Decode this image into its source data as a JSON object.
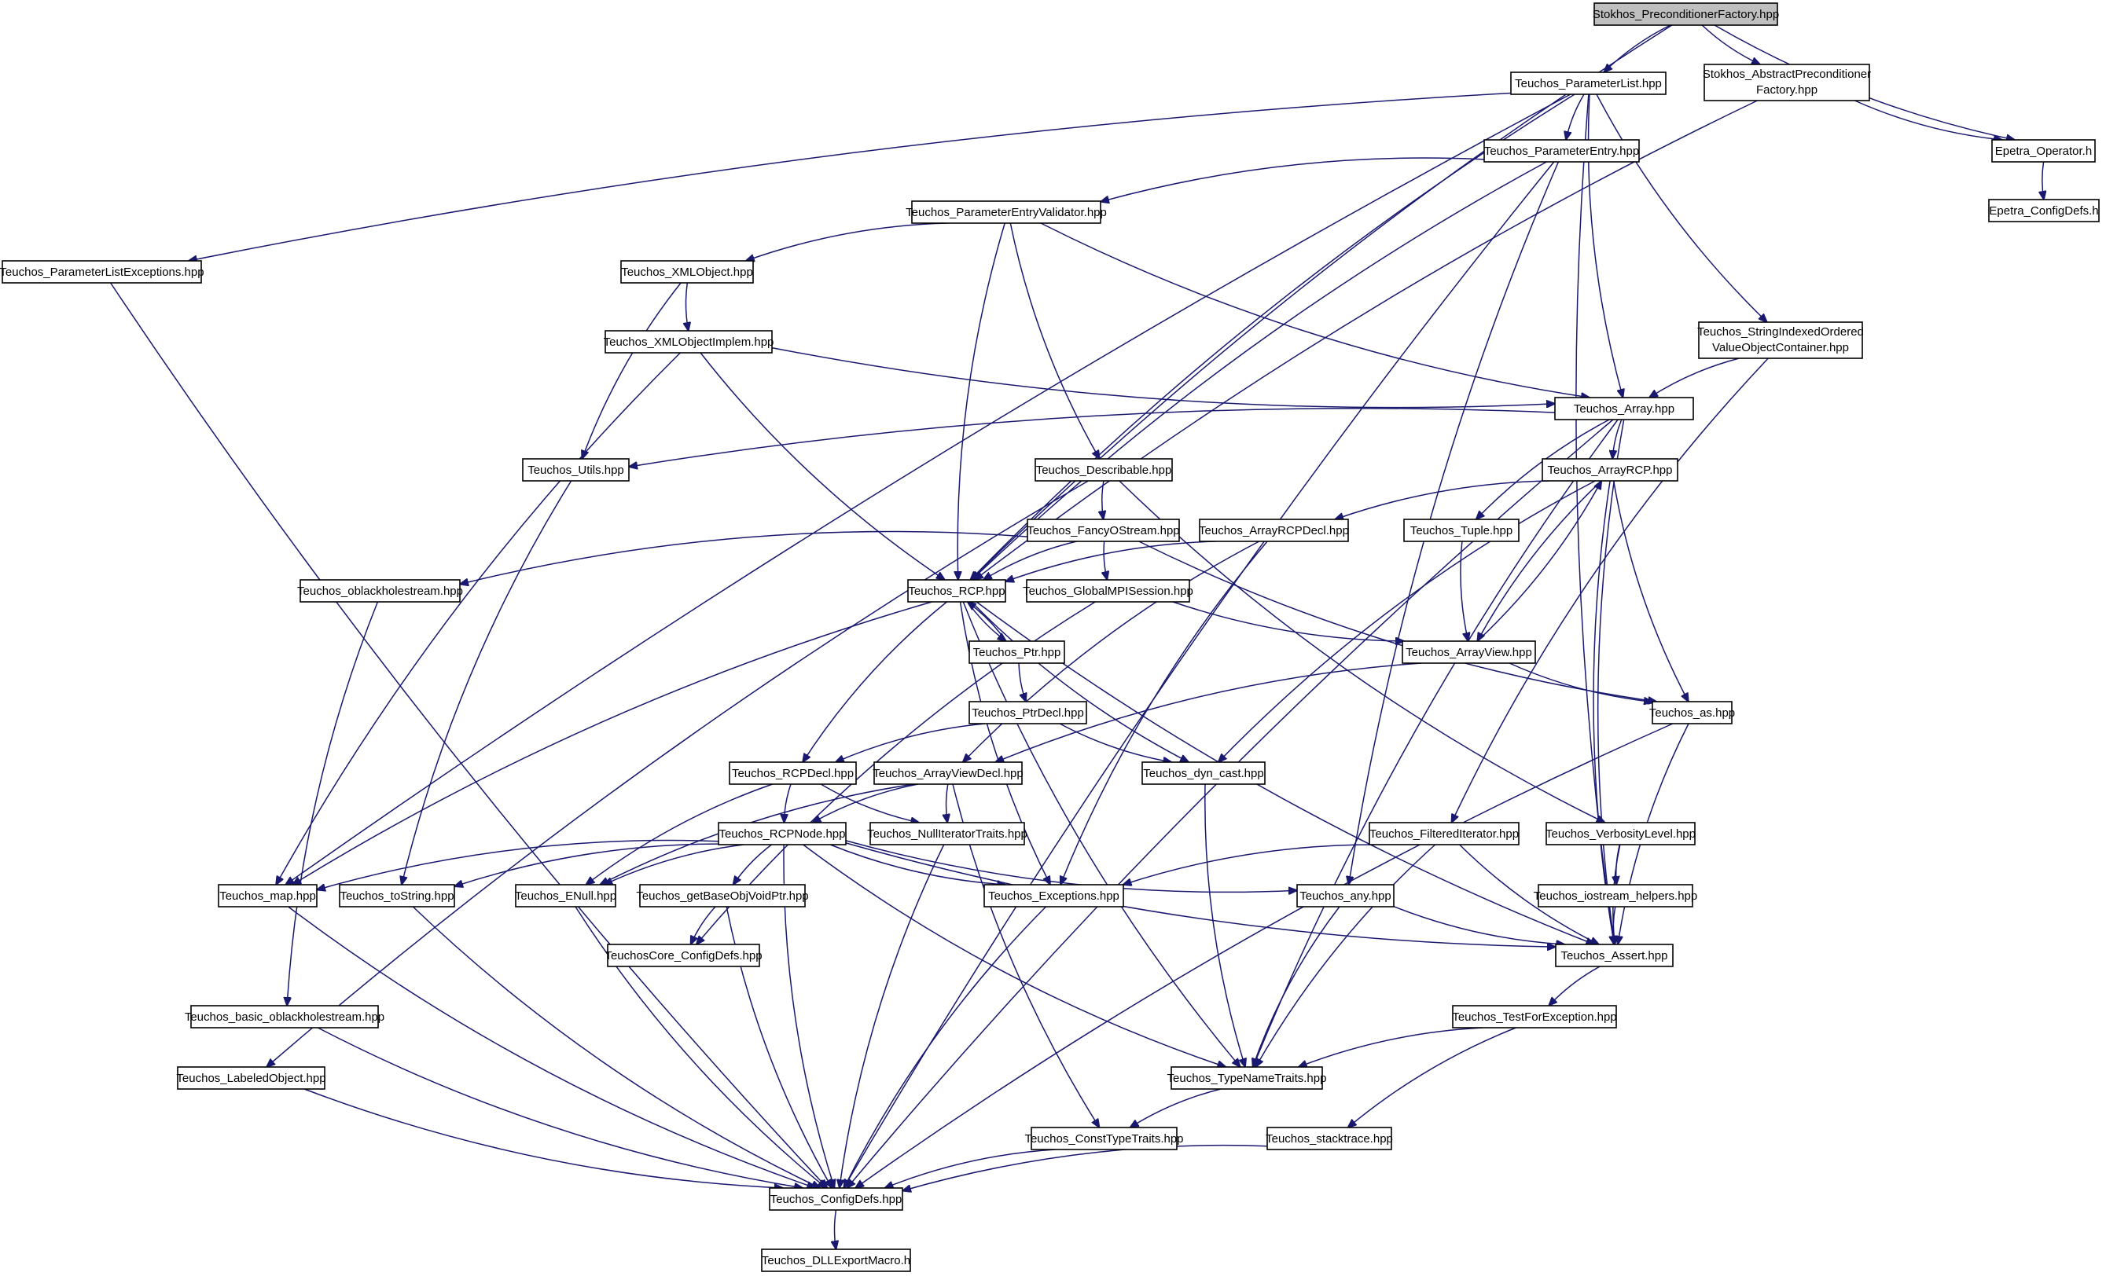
{
  "colors": {
    "edge": "#191970",
    "root_fill": "#bfbfbf",
    "node_fill": "#ffffff",
    "node_border": "#000000"
  },
  "nodes": [
    {
      "id": "root",
      "label": "Stokhos_PreconditionerFactory.hpp",
      "root": true
    },
    {
      "id": "plist",
      "label": "Teuchos_ParameterList.hpp"
    },
    {
      "id": "abspre",
      "label": "Stokhos_AbstractPreconditioner Factory.hpp"
    },
    {
      "id": "epop",
      "label": "Epetra_Operator.h"
    },
    {
      "id": "epcfg",
      "label": "Epetra_ConfigDefs.h"
    },
    {
      "id": "pentry",
      "label": "Teuchos_ParameterEntry.hpp"
    },
    {
      "id": "pev",
      "label": "Teuchos_ParameterEntryValidator.hpp"
    },
    {
      "id": "plexc",
      "label": "Teuchos_ParameterListExceptions.hpp"
    },
    {
      "id": "xmlobj",
      "label": "Teuchos_XMLObject.hpp"
    },
    {
      "id": "xmlimpl",
      "label": "Teuchos_XMLObjectImplem.hpp"
    },
    {
      "id": "sioc",
      "label": "Teuchos_StringIndexedOrdered ValueObjectContainer.hpp"
    },
    {
      "id": "array",
      "label": "Teuchos_Array.hpp"
    },
    {
      "id": "utils",
      "label": "Teuchos_Utils.hpp"
    },
    {
      "id": "descr",
      "label": "Teuchos_Describable.hpp"
    },
    {
      "id": "arcp",
      "label": "Teuchos_ArrayRCP.hpp"
    },
    {
      "id": "fancy",
      "label": "Teuchos_FancyOStream.hpp"
    },
    {
      "id": "arcpdecl",
      "label": "Teuchos_ArrayRCPDecl.hpp"
    },
    {
      "id": "tuple",
      "label": "Teuchos_Tuple.hpp"
    },
    {
      "id": "oblack",
      "label": "Teuchos_oblackholestream.hpp"
    },
    {
      "id": "rcp",
      "label": "Teuchos_RCP.hpp"
    },
    {
      "id": "gmpi",
      "label": "Teuchos_GlobalMPISession.hpp"
    },
    {
      "id": "ptr",
      "label": "Teuchos_Ptr.hpp"
    },
    {
      "id": "aview",
      "label": "Teuchos_ArrayView.hpp"
    },
    {
      "id": "as",
      "label": "Teuchos_as.hpp"
    },
    {
      "id": "ptrdecl",
      "label": "Teuchos_PtrDecl.hpp"
    },
    {
      "id": "rcpdecl",
      "label": "Teuchos_RCPDecl.hpp"
    },
    {
      "id": "avdecl",
      "label": "Teuchos_ArrayViewDecl.hpp"
    },
    {
      "id": "dyncast",
      "label": "Teuchos_dyn_cast.hpp"
    },
    {
      "id": "rcpnode",
      "label": "Teuchos_RCPNode.hpp"
    },
    {
      "id": "nullit",
      "label": "Teuchos_NullIteratorTraits.hpp"
    },
    {
      "id": "filtit",
      "label": "Teuchos_FilteredIterator.hpp"
    },
    {
      "id": "verb",
      "label": "Teuchos_VerbosityLevel.hpp"
    },
    {
      "id": "map",
      "label": "Teuchos_map.hpp"
    },
    {
      "id": "tostr",
      "label": "Teuchos_toString.hpp"
    },
    {
      "id": "enull",
      "label": "Teuchos_ENull.hpp"
    },
    {
      "id": "getbase",
      "label": "Teuchos_getBaseObjVoidPtr.hpp"
    },
    {
      "id": "exc",
      "label": "Teuchos_Exceptions.hpp"
    },
    {
      "id": "any",
      "label": "Teuchos_any.hpp"
    },
    {
      "id": "iosh",
      "label": "Teuchos_iostream_helpers.hpp"
    },
    {
      "id": "corecfg",
      "label": "TeuchosCore_ConfigDefs.hpp"
    },
    {
      "id": "assert",
      "label": "Teuchos_Assert.hpp"
    },
    {
      "id": "bob",
      "label": "Teuchos_basic_oblackholestream.hpp"
    },
    {
      "id": "tfe",
      "label": "Teuchos_TestForException.hpp"
    },
    {
      "id": "labeled",
      "label": "Teuchos_LabeledObject.hpp"
    },
    {
      "id": "tnt",
      "label": "Teuchos_TypeNameTraits.hpp"
    },
    {
      "id": "ctt",
      "label": "Teuchos_ConstTypeTraits.hpp"
    },
    {
      "id": "stack",
      "label": "Teuchos_stacktrace.hpp"
    },
    {
      "id": "cfg",
      "label": "Teuchos_ConfigDefs.hpp"
    },
    {
      "id": "dll",
      "label": "Teuchos_DLLExportMacro.h"
    }
  ],
  "edges": [
    [
      "root",
      "plist"
    ],
    [
      "root",
      "abspre"
    ],
    [
      "root",
      "epop"
    ],
    [
      "root",
      "rcp"
    ],
    [
      "abspre",
      "epop"
    ],
    [
      "abspre",
      "rcp"
    ],
    [
      "epop",
      "epcfg"
    ],
    [
      "plist",
      "pentry"
    ],
    [
      "plist",
      "plexc"
    ],
    [
      "plist",
      "array"
    ],
    [
      "plist",
      "sioc"
    ],
    [
      "plist",
      "map"
    ],
    [
      "plist",
      "rcp"
    ],
    [
      "plist",
      "assert"
    ],
    [
      "pentry",
      "pev"
    ],
    [
      "pentry",
      "rcp"
    ],
    [
      "pentry",
      "any"
    ],
    [
      "pentry",
      "cfg"
    ],
    [
      "pev",
      "xmlobj"
    ],
    [
      "pev",
      "array"
    ],
    [
      "pev",
      "rcp"
    ],
    [
      "pev",
      "descr"
    ],
    [
      "plexc",
      "cfg"
    ],
    [
      "xmlobj",
      "xmlimpl"
    ],
    [
      "xmlobj",
      "utils"
    ],
    [
      "xmlimpl",
      "array"
    ],
    [
      "xmlimpl",
      "rcp"
    ],
    [
      "xmlimpl",
      "map"
    ],
    [
      "sioc",
      "array"
    ],
    [
      "sioc",
      "filtit"
    ],
    [
      "array",
      "utils"
    ],
    [
      "array",
      "arcp"
    ],
    [
      "array",
      "tuple"
    ],
    [
      "array",
      "tnt"
    ],
    [
      "array",
      "assert"
    ],
    [
      "array",
      "cfg"
    ],
    [
      "utils",
      "tostr"
    ],
    [
      "descr",
      "fancy"
    ],
    [
      "descr",
      "verb"
    ],
    [
      "descr",
      "labeled"
    ],
    [
      "arcp",
      "arcpdecl"
    ],
    [
      "arcp",
      "aview"
    ],
    [
      "arcp",
      "as"
    ],
    [
      "arcp",
      "dyncast"
    ],
    [
      "arcp",
      "assert"
    ],
    [
      "fancy",
      "rcp"
    ],
    [
      "fancy",
      "gmpi"
    ],
    [
      "fancy",
      "oblack"
    ],
    [
      "fancy",
      "as"
    ],
    [
      "arcpdecl",
      "rcp"
    ],
    [
      "arcpdecl",
      "avdecl"
    ],
    [
      "arcpdecl",
      "exc"
    ],
    [
      "tuple",
      "aview"
    ],
    [
      "oblack",
      "bob"
    ],
    [
      "rcp",
      "ptr"
    ],
    [
      "rcp",
      "rcpdecl"
    ],
    [
      "rcp",
      "dyncast"
    ],
    [
      "rcp",
      "exc"
    ],
    [
      "rcp",
      "map"
    ],
    [
      "rcp",
      "tnt"
    ],
    [
      "rcp",
      "assert"
    ],
    [
      "ptr",
      "rcp"
    ],
    [
      "ptr",
      "ptrdecl"
    ],
    [
      "gmpi",
      "aview"
    ],
    [
      "gmpi",
      "corecfg"
    ],
    [
      "aview",
      "arcp"
    ],
    [
      "aview",
      "avdecl"
    ],
    [
      "aview",
      "as"
    ],
    [
      "as",
      "assert"
    ],
    [
      "as",
      "cfg"
    ],
    [
      "ptrdecl",
      "rcpdecl"
    ],
    [
      "ptrdecl",
      "dyncast"
    ],
    [
      "rcpdecl",
      "rcpnode"
    ],
    [
      "rcpdecl",
      "nullit"
    ],
    [
      "rcpdecl",
      "enull"
    ],
    [
      "avdecl",
      "rcpnode"
    ],
    [
      "avdecl",
      "nullit"
    ],
    [
      "avdecl",
      "enull"
    ],
    [
      "avdecl",
      "ctt"
    ],
    [
      "dyncast",
      "tnt"
    ],
    [
      "rcpnode",
      "map"
    ],
    [
      "rcpnode",
      "tostr"
    ],
    [
      "rcpnode",
      "enull"
    ],
    [
      "rcpnode",
      "getbase"
    ],
    [
      "rcpnode",
      "exc"
    ],
    [
      "rcpnode",
      "any"
    ],
    [
      "rcpnode",
      "assert"
    ],
    [
      "rcpnode",
      "tnt"
    ],
    [
      "rcpnode",
      "cfg"
    ],
    [
      "nullit",
      "cfg"
    ],
    [
      "filtit",
      "exc"
    ],
    [
      "filtit",
      "assert"
    ],
    [
      "filtit",
      "tnt"
    ],
    [
      "verb",
      "iosh"
    ],
    [
      "verb",
      "assert"
    ],
    [
      "iosh",
      "assert"
    ],
    [
      "map",
      "cfg"
    ],
    [
      "tostr",
      "cfg"
    ],
    [
      "enull",
      "cfg"
    ],
    [
      "getbase",
      "corecfg"
    ],
    [
      "getbase",
      "cfg"
    ],
    [
      "exc",
      "cfg"
    ],
    [
      "any",
      "assert"
    ],
    [
      "any",
      "tnt"
    ],
    [
      "assert",
      "tfe"
    ],
    [
      "tfe",
      "tnt"
    ],
    [
      "tfe",
      "stack"
    ],
    [
      "bob",
      "cfg"
    ],
    [
      "labeled",
      "cfg"
    ],
    [
      "tnt",
      "ctt"
    ],
    [
      "ctt",
      "cfg"
    ],
    [
      "stack",
      "cfg"
    ],
    [
      "cfg",
      "dll"
    ]
  ]
}
